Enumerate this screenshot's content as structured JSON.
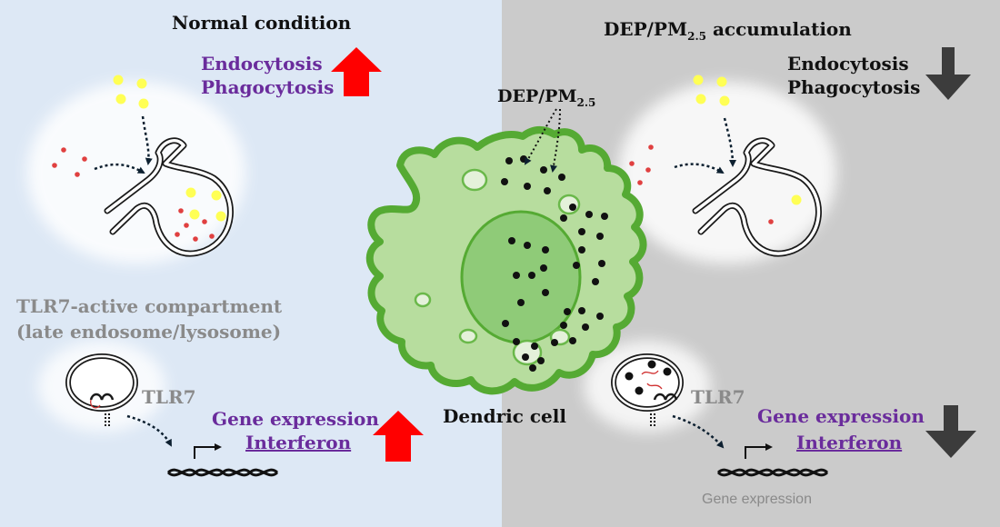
{
  "left": {
    "title": "Normal condition",
    "uptake": [
      "Endocytosis",
      "Phagocytosis"
    ],
    "compartment": [
      "TLR7-active compartment",
      "(late endosome/lysosome)"
    ],
    "tlr7_label": "TLR7",
    "gene_expression": "Gene expression",
    "interferon": "Interferon",
    "arrow_direction": "up",
    "arrow_color": "#ff0000"
  },
  "right": {
    "title_base": "DEP/PM",
    "title_sub": "2.5",
    "title_rest": " accumulation",
    "uptake": [
      "Endocytosis",
      "Phagocytosis"
    ],
    "tlr7_label": "TLR7",
    "gene_expression": "Gene expression",
    "interferon": "Interferon",
    "gene_expression_caption": "Gene expression",
    "arrow_direction": "down",
    "arrow_color": "#3c3c3c"
  },
  "cell": {
    "pointer_base": "DEP/PM",
    "pointer_sub": "2.5",
    "label": "Dendric cell"
  },
  "colors": {
    "left_bg": "#dde8f5",
    "right_bg": "#cbcbcb",
    "purple_text": "#6a2c9c",
    "cell_outline": "#55aa33",
    "cell_fill": "#b7dd9e",
    "nucleus_fill": "#8fcb78",
    "particle_yellow": "#ffff55",
    "particle_red": "#e04040"
  }
}
